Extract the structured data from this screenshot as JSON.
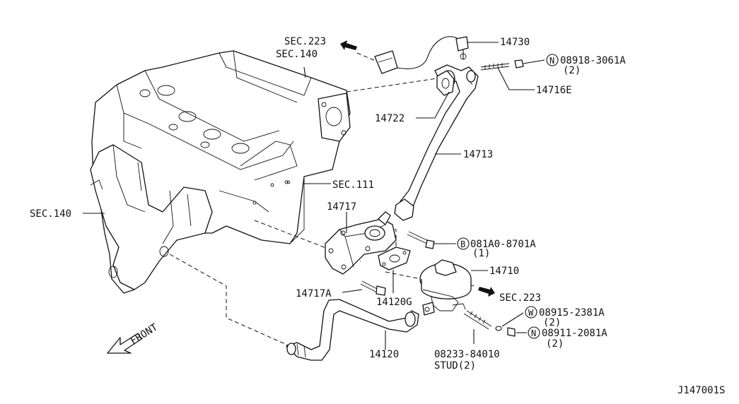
{
  "diagram_id": "J147001S",
  "front_label": "FRONT",
  "callouts": {
    "sec223_top": "SEC.223",
    "sec140_top": "SEC.140",
    "sec140_left": "SEC.140",
    "sec111": "SEC.111",
    "sec223_right": "SEC.223",
    "p14730": "14730",
    "p14716e": "14716E",
    "p14722": "14722",
    "p14713": "14713",
    "p14717": "14717",
    "p14710": "14710",
    "p14717a": "14717A",
    "p14120g": "14120G",
    "p14120": "14120",
    "stud_num": "08233-84010",
    "stud_text": "STUD(2)"
  },
  "fasteners": [
    {
      "symbol": "N",
      "part": "08918-3061A",
      "qty": "(2)"
    },
    {
      "symbol": "B",
      "part": "081A0-8701A",
      "qty": "(1)"
    },
    {
      "symbol": "W",
      "part": "08915-2381A",
      "qty": "(2)"
    },
    {
      "symbol": "N",
      "part": "08911-2081A",
      "qty": "(2)"
    }
  ]
}
